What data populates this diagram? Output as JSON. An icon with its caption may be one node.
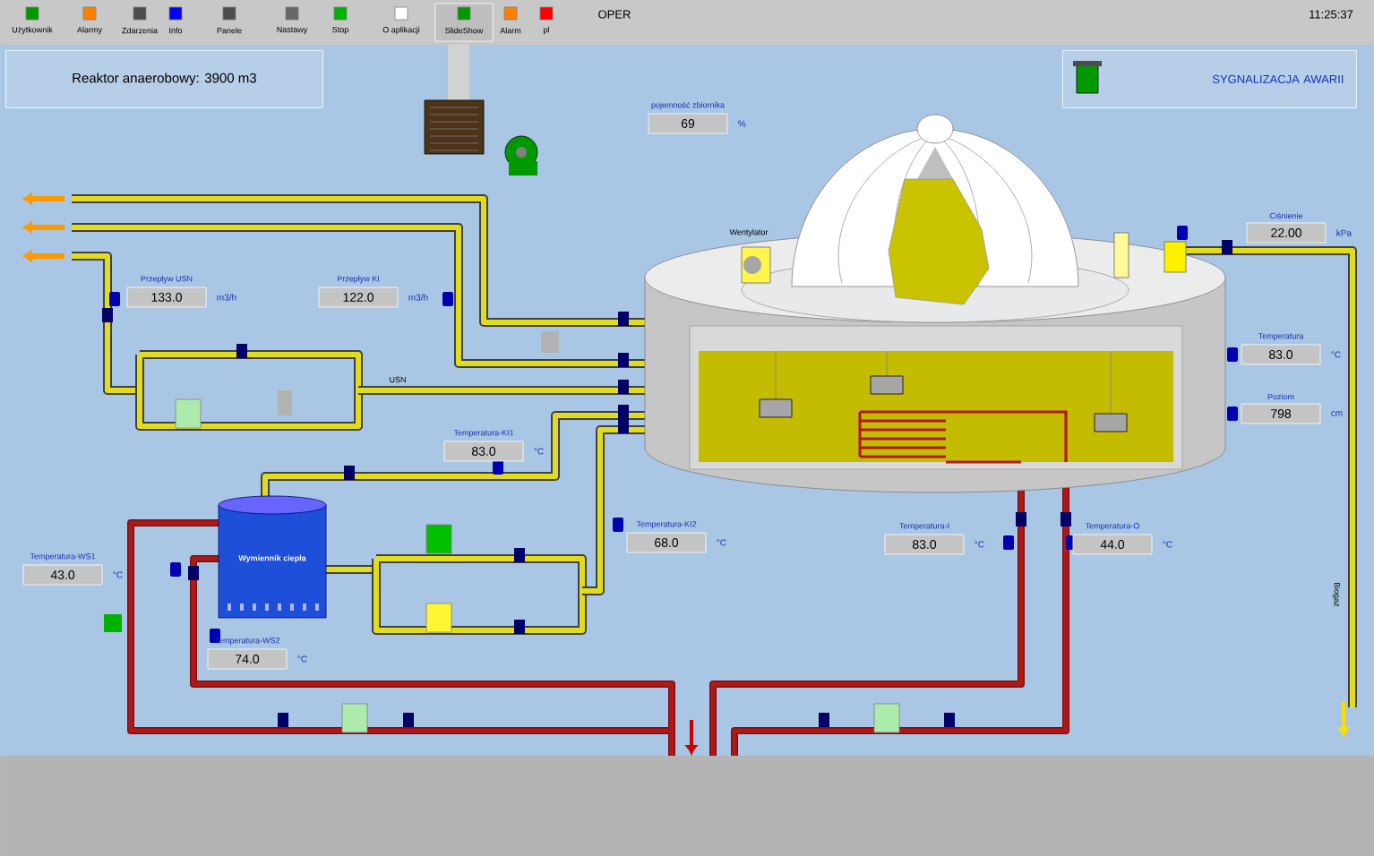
{
  "diagram": {
    "nodes": [
      {
        "text": [
          "Reaktor anaerobowy: 3900 m3"
        ]
      },
      {
        "text": [
          "SYGNALIZACJA AWARII"
        ]
      },
      {
        "text": [
          "69"
        ],
        "beside": [
          "pojemność zbiornika",
          "%"
        ]
      },
      {
        "text": [
          "22.00"
        ],
        "beside": [
          "Ciśnienie",
          "kPa"
        ]
      },
      {
        "text": [
          "133.0"
        ],
        "beside": [
          "Przepływ USN",
          "m3/h"
        ]
      },
      {
        "text": [
          "122.0"
        ],
        "beside": [
          "Przepływ KI",
          "m3/h"
        ]
      },
      {
        "text": [
          "83.0"
        ],
        "beside": [
          "Temperatura",
          "°C"
        ]
      },
      {
        "text": [
          "798"
        ],
        "beside": [
          "Poziom",
          "cm"
        ]
      },
      {
        "text": [
          "83.0"
        ],
        "beside": [
          "Temperatura-KI1",
          "°C"
        ]
      },
      {
        "text": [
          "Wymiennik ciepła"
        ]
      },
      {
        "text": [
          "68.0"
        ],
        "beside": [
          "Temperatura-KI2",
          "°C"
        ]
      },
      {
        "text": [
          "83.0"
        ],
        "beside": [
          "Temperatura-I",
          "°C"
        ]
      },
      {
        "text": [
          "44.0"
        ],
        "beside": [
          "Temperatura-O",
          "°C"
        ]
      },
      {
        "text": [
          "43.0"
        ],
        "beside": [
          "Temperatura-WS1",
          "°C"
        ]
      },
      {
        "text": [
          "74.0"
        ],
        "beside": [
          "Temperatura-WS2",
          "°C"
        ]
      }
    ],
    "labels": [
      "Użytkownik",
      "Alarmy",
      "Zdarzenia",
      "Info",
      "Panele",
      "Nastawy",
      "Stop",
      "O aplikacji",
      "SlideShow",
      "Alarm",
      "pl",
      "OPER",
      "11:25:37",
      "Wentylator",
      "USN",
      "Biogaz"
    ]
  }
}
